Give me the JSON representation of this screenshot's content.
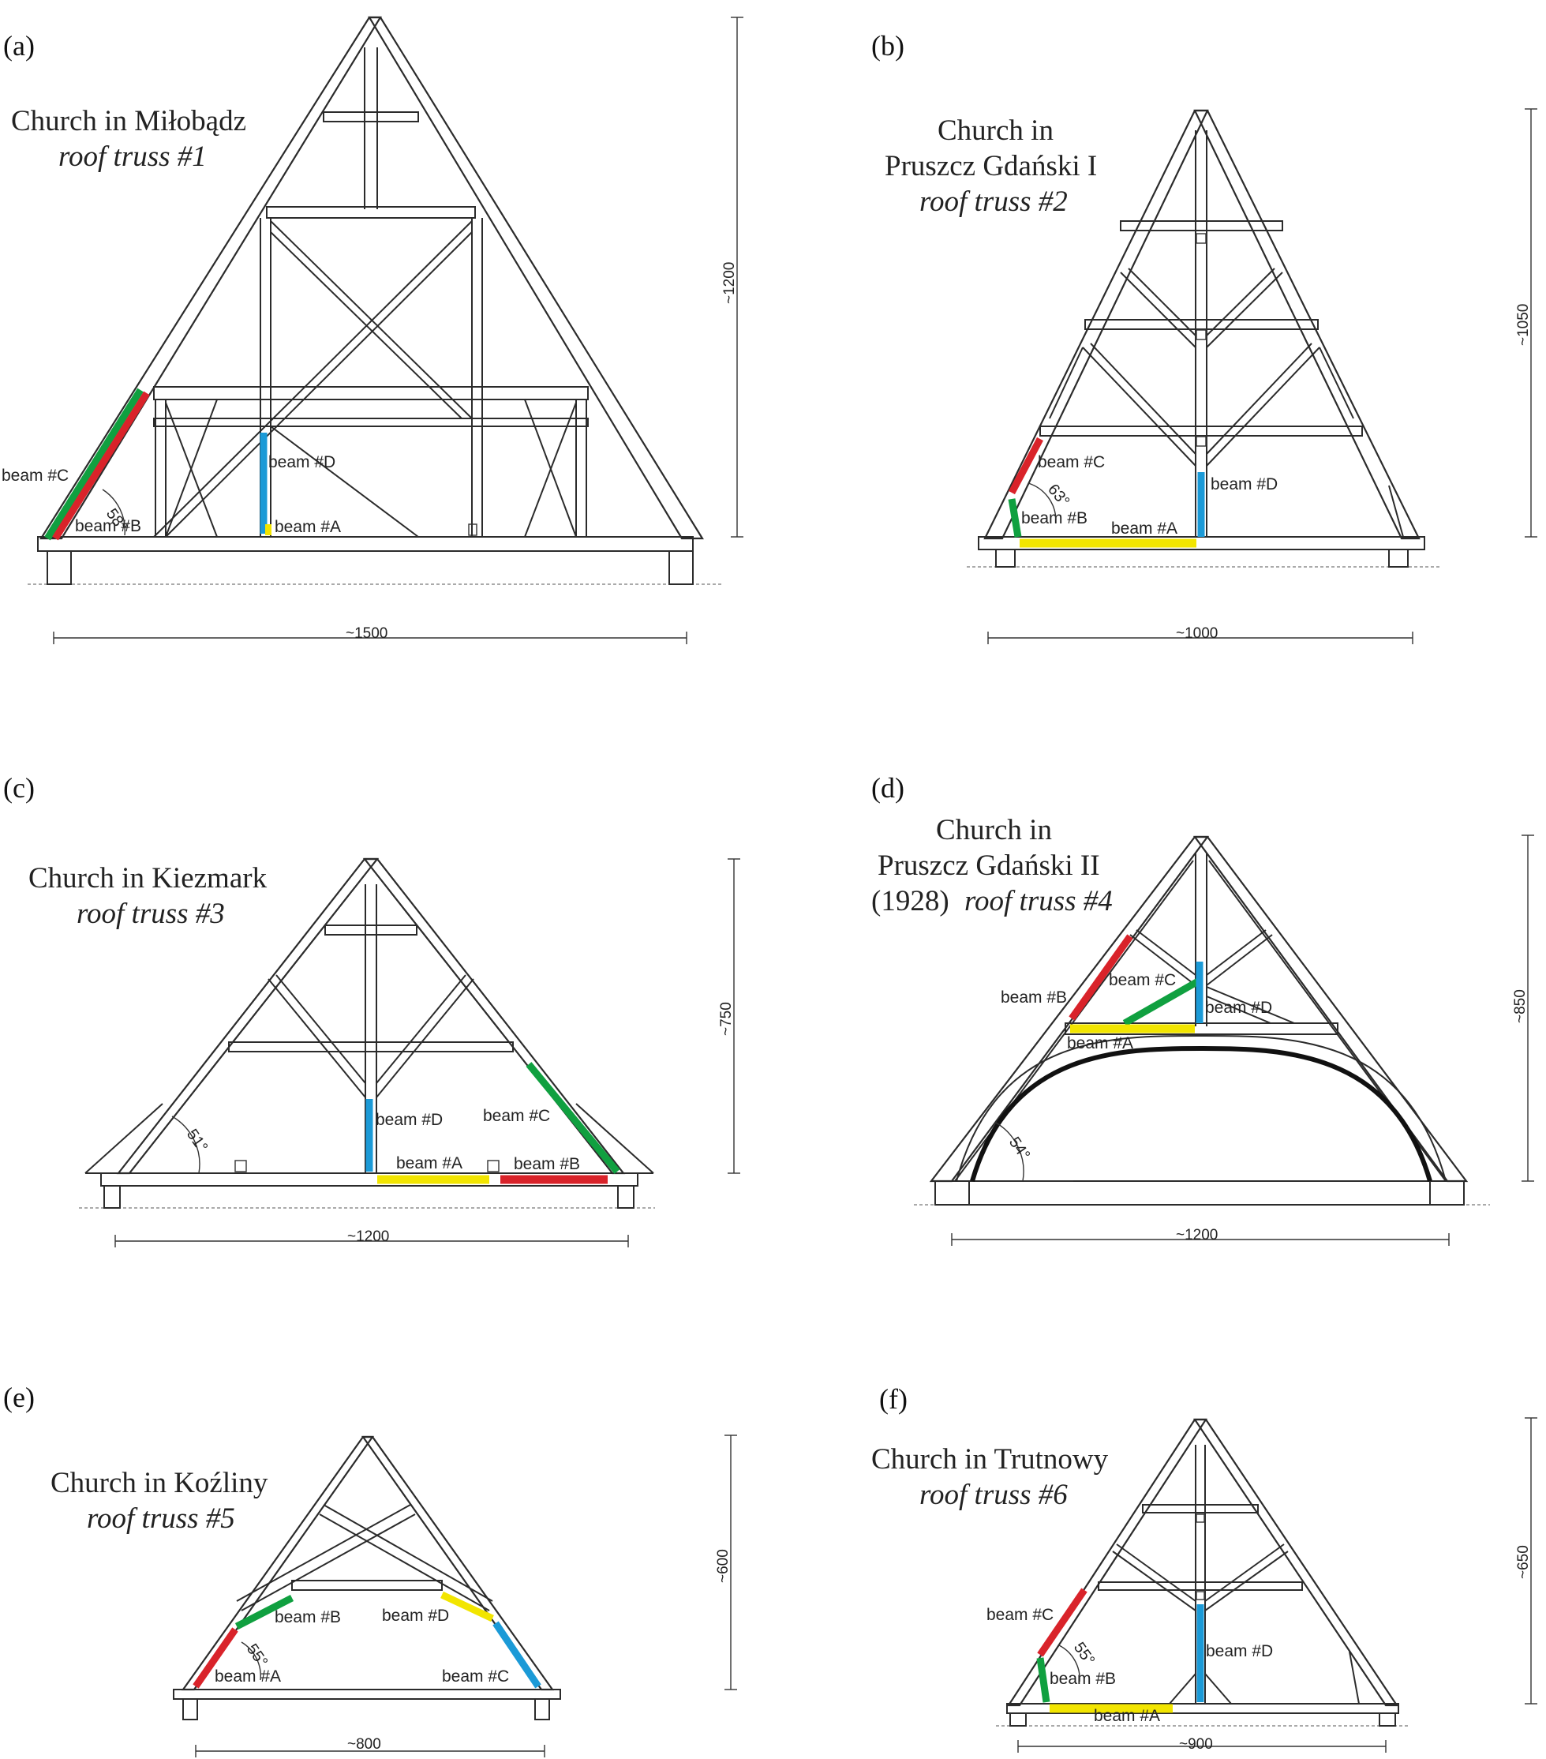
{
  "colors": {
    "beam_a": "#f2e500",
    "beam_b": "#d9232a",
    "beam_c": "#10a040",
    "beam_d": "#1b9ad7",
    "timber": "#2b2b2b"
  },
  "panels": [
    {
      "letter": "(a)",
      "title_lines": [
        "Church in Miłobądz"
      ],
      "subtitle": "roof truss #1",
      "width_dim": "~1500",
      "height_dim": "~1200",
      "angle": "58°",
      "beams": {
        "a": "beam #A",
        "b": "beam #B",
        "c": "beam #C",
        "d": "beam #D"
      }
    },
    {
      "letter": "(b)",
      "title_lines": [
        "Church in",
        "Pruszcz Gdański I"
      ],
      "subtitle": "roof truss #2",
      "width_dim": "~1000",
      "height_dim": "~1050",
      "angle": "63°",
      "beams": {
        "a": "beam #A",
        "b": "beam #B",
        "c": "beam #C",
        "d": "beam #D"
      }
    },
    {
      "letter": "(c)",
      "title_lines": [
        "Church in Kiezmark"
      ],
      "subtitle": "roof truss #3",
      "width_dim": "~1200",
      "height_dim": "~750",
      "angle": "51°",
      "beams": {
        "a": "beam #A",
        "b": "beam #B",
        "c": "beam #C",
        "d": "beam #D"
      }
    },
    {
      "letter": "(d)",
      "title_lines": [
        "Church in",
        "Pruszcz Gdański II"
      ],
      "title_prefix": "(1928)",
      "subtitle": "roof truss #4",
      "width_dim": "~1200",
      "height_dim": "~850",
      "angle": "54°",
      "beams": {
        "a": "beam #A",
        "b": "beam #B",
        "c": "beam #C",
        "d": "beam #D"
      }
    },
    {
      "letter": "(e)",
      "title_lines": [
        "Church in Koźliny"
      ],
      "subtitle": "roof truss #5",
      "width_dim": "~800",
      "height_dim": "~600",
      "angle": "55°",
      "beams": {
        "a": "beam #A",
        "b": "beam #B",
        "c": "beam #C",
        "d": "beam #D"
      }
    },
    {
      "letter": "(f)",
      "title_lines": [
        "Church in Trutnowy"
      ],
      "subtitle": "roof truss #6",
      "width_dim": "~900",
      "height_dim": "~650",
      "angle": "55°",
      "beams": {
        "a": "beam #A",
        "b": "beam #B",
        "c": "beam #C",
        "d": "beam #D"
      }
    }
  ]
}
